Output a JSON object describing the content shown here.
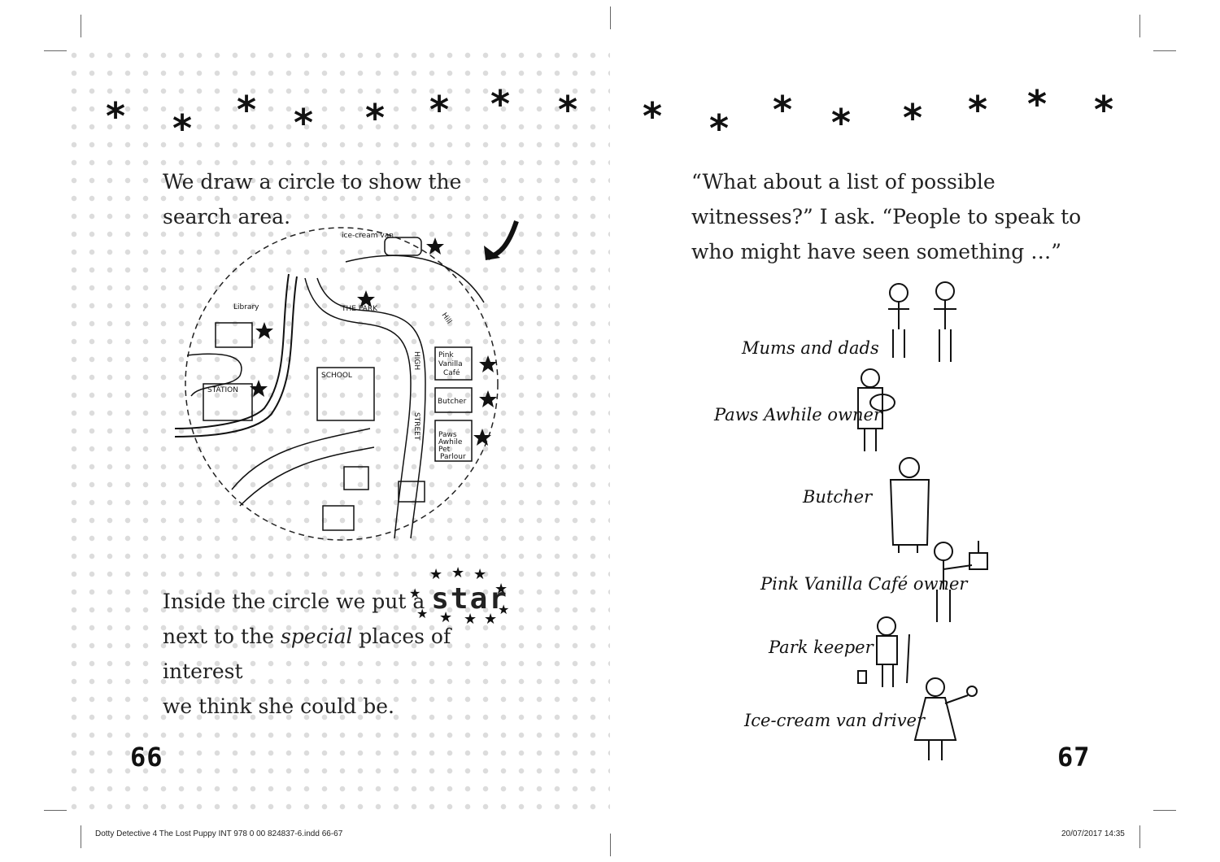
{
  "left_page": {
    "paragraph_1": "We draw a circle to show the search area.",
    "paragraph_2_before": "Inside the circle we put a",
    "paragraph_2_star": "star",
    "paragraph_2_line2_before": "next to the",
    "paragraph_2_special": "special",
    "paragraph_2_line2_after": "places of interest",
    "paragraph_2_line3": "we think she could be.",
    "page_number": "66",
    "map": {
      "labels": {
        "ice_cream_van": "ice-cream van",
        "library": "Library",
        "the_park": "THE PARK",
        "hill": "Hill",
        "station": "STATION",
        "school": "SCHOOL",
        "high": "HIGH",
        "street": "STREET",
        "pink_vanilla_cafe": [
          "Pink",
          "Vanilla",
          "Café"
        ],
        "butcher": "Butcher",
        "paws_awhile": [
          "Paws",
          "Awhile",
          "Pet",
          "Parlour"
        ]
      }
    }
  },
  "right_page": {
    "paragraph_1_line1": "“What about a list of possible",
    "paragraph_1_line2": "witnesses?” I ask. “People to speak to",
    "paragraph_1_line3": "who might have seen something …”",
    "witnesses": [
      "Mums and dads",
      "Paws Awhile owner",
      "Butcher",
      "Pink Vanilla Café owner",
      "Park keeper",
      "Ice-cream van driver"
    ],
    "page_number": "67"
  },
  "slug": {
    "file": "Dotty Detective 4 The Lost Puppy INT 978 0 00 824837-6.indd   66-67",
    "datetime": "20/07/2017   14:35"
  }
}
